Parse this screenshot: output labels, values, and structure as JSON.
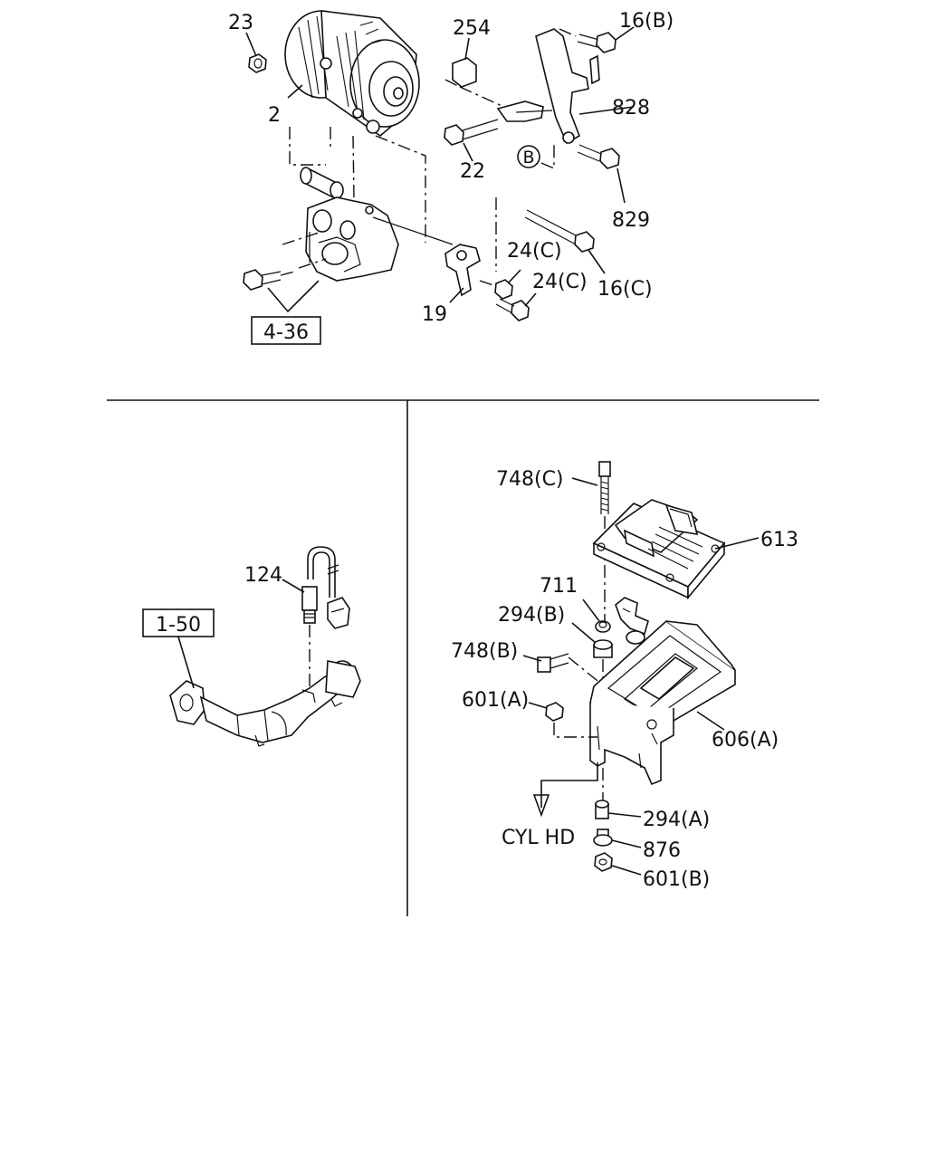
{
  "callouts": {
    "c23": "23",
    "c2": "2",
    "c254": "254",
    "c16b": "16(B)",
    "c828": "828",
    "c22": "22",
    "cB": "B",
    "c829": "829",
    "c24c_1": "24(C)",
    "c24c_2": "24(C)",
    "c16c": "16(C)",
    "c19": "19",
    "c124": "124",
    "c748c": "748(C)",
    "c613": "613",
    "c711": "711",
    "c294b": "294(B)",
    "c748b": "748(B)",
    "c601a": "601(A)",
    "c606a": "606(A)",
    "c294a": "294(A)",
    "c876": "876",
    "c601b": "601(B)"
  },
  "refs": {
    "r436": "4-36",
    "r150": "1-50"
  },
  "labels": {
    "cyl_hd": "CYL HD"
  }
}
